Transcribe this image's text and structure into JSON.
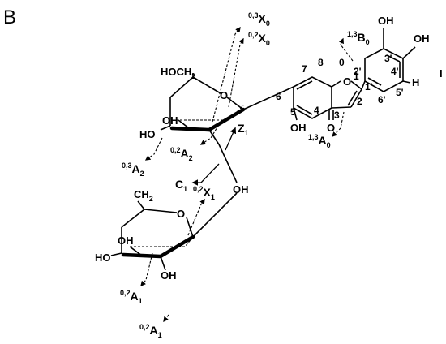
{
  "panel_label": "B",
  "atoms": {
    "oh_top_1": "OH",
    "oh_top_2": "OH",
    "h_ring": "H",
    "hoch2": "HOCH",
    "hoch2_sub": "2",
    "ring_o_a": "O",
    "oh_glc_left": "HO",
    "oh_glc_mid": "OH",
    "oh_phenol": "OH",
    "carbonyl_o": "O",
    "chromone_o": "O",
    "oh_link": "OH",
    "ch2": "CH",
    "ch2_sub": "2",
    "ring_o_b": "O",
    "oh_rha_left": "HO",
    "oh_rha_mid": "OH",
    "oh_rha_low": "OH",
    "side_mark": "I"
  },
  "positions": {
    "p3p": "3'",
    "p4p": "4'",
    "p2p": "2'",
    "p1p": "1'",
    "p6p": "6'",
    "p5p": "5'",
    "p7": "7",
    "p8": "8",
    "p0": "0",
    "p1": "1",
    "p2": "2",
    "p3": "3",
    "p4": "4",
    "p5": "5",
    "p6": "6"
  },
  "fragments": [
    {
      "id": "x0_03",
      "sup": "0,3",
      "main": "X",
      "sub": "0"
    },
    {
      "id": "x0_02",
      "sup": "0,2",
      "main": "X",
      "sub": "0"
    },
    {
      "id": "b0_13",
      "sup": "1,3",
      "main": "B",
      "sub": "0"
    },
    {
      "id": "a0_13",
      "sup": "1,3",
      "main": "A",
      "sub": "0"
    },
    {
      "id": "a2_02",
      "sup": "0,2",
      "main": "A",
      "sub": "2"
    },
    {
      "id": "a2_03",
      "sup": "0,3",
      "main": "A",
      "sub": "2"
    },
    {
      "id": "z1",
      "sup": "",
      "main": "Z",
      "sub": "1"
    },
    {
      "id": "c1",
      "sup": "",
      "main": "C",
      "sub": "1"
    },
    {
      "id": "x1_02",
      "sup": "0,2",
      "main": "X",
      "sub": "1"
    },
    {
      "id": "a1_02_upper",
      "sup": "0,2",
      "main": "A",
      "sub": "1"
    },
    {
      "id": "a1_02_lower",
      "sup": "0,2",
      "main": "A",
      "sub": "1"
    }
  ]
}
